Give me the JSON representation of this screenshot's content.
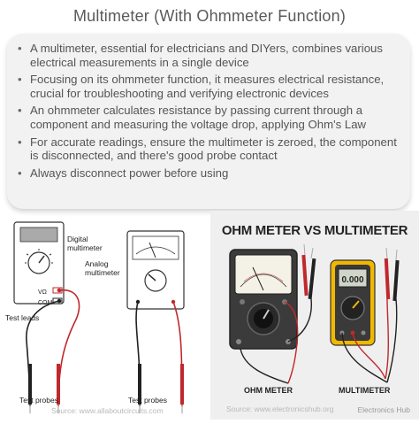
{
  "page": {
    "title": "Multimeter (With Ohmmeter Function)"
  },
  "bullets": [
    "A multimeter, essential for electricians and DIYers, combines various electrical measurements in a single device",
    "Focusing on its ohmmeter function, it measures electrical resistance, crucial for troubleshooting and verifying electronic devices",
    "An ohmmeter calculates resistance by passing current through a component and measuring the voltage drop, applying Ohm's Law",
    "For accurate readings, ensure the multimeter is zeroed, the component is disconnected, and there's good probe contact",
    "Always disconnect power before using"
  ],
  "left_figure": {
    "digital_label": "Digital multimeter",
    "analog_label": "Analog multimeter",
    "test_leads": "Test leads",
    "probes_1": "Test probes",
    "probes_2": "Test probes",
    "jack_1": "VΩ",
    "jack_2": "COM",
    "source": "Source: www.allaboutcircuits.com"
  },
  "right_figure": {
    "title": "OHM METER VS MULTIMETER",
    "left_caption": "OHM METER",
    "right_caption": "MULTIMETER",
    "display": "0.000",
    "source": "Source: www.electronicshub.org",
    "logo": "Electronics Hub"
  },
  "colors": {
    "probe_red": "#c0282b",
    "probe_black": "#1a1a1a",
    "multimeter_yellow": "#f0b800"
  }
}
